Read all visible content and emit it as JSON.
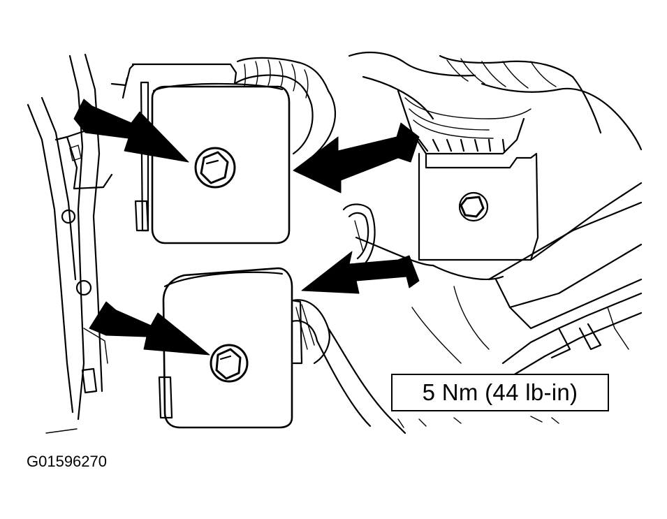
{
  "annotations": {
    "torque_spec": "5 Nm (44 lb-in)",
    "figure_id": "G01596270"
  },
  "colors": {
    "line": "#000000",
    "background": "#ffffff"
  },
  "arrows": {
    "count": 4,
    "points_to": [
      "upper-bolt",
      "upper-module-edge",
      "lower-module-edge",
      "lower-bolt"
    ]
  }
}
